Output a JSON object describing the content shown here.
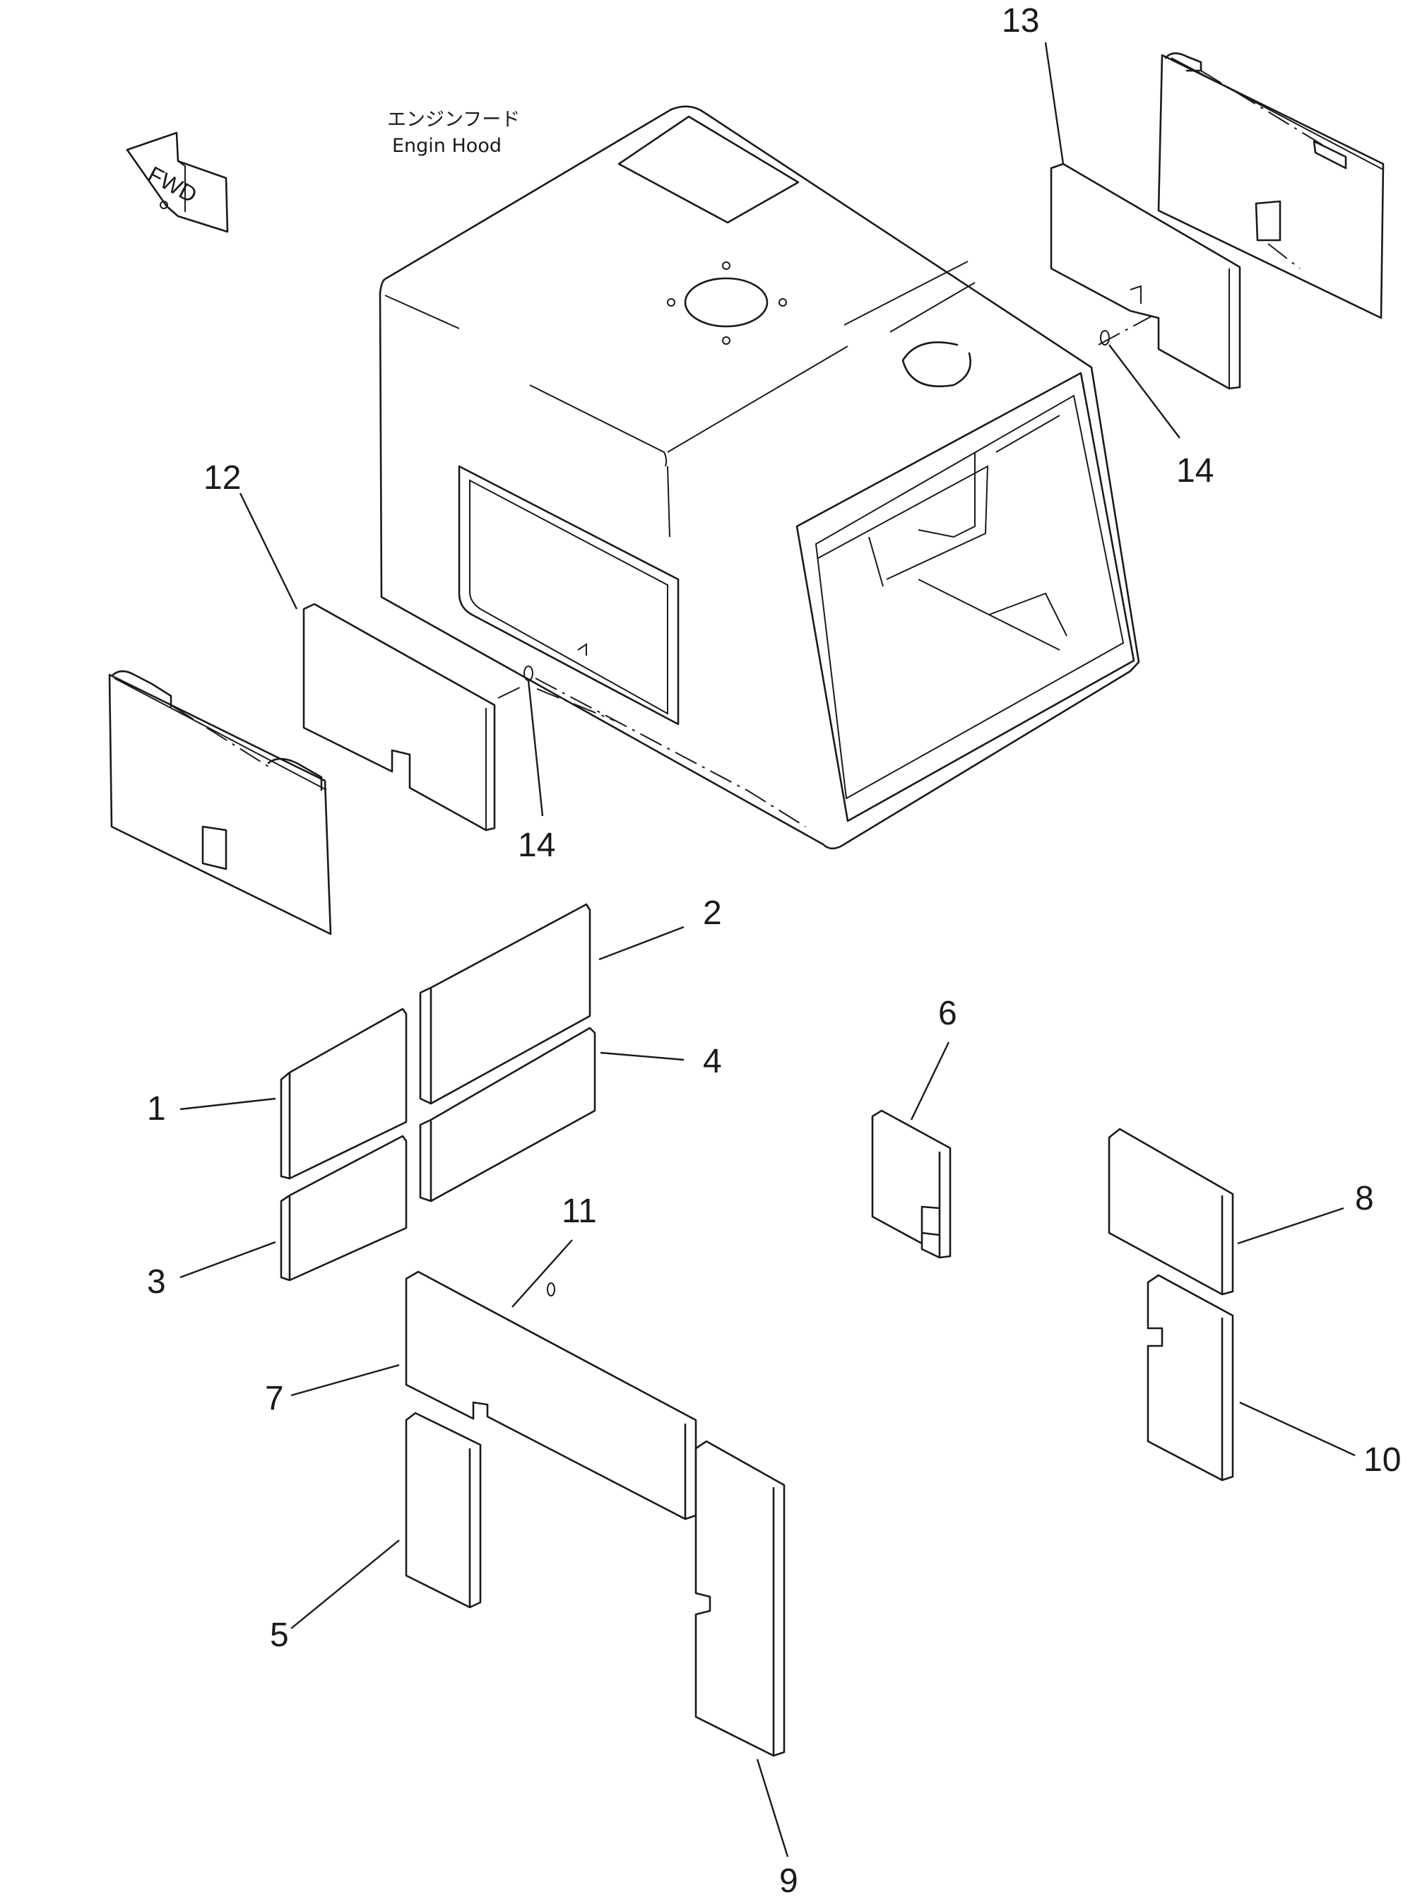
{
  "figure": {
    "hood_label_jp": "エンジンフード",
    "hood_label_en": "Engin Hood",
    "fwd_label": "FWD"
  },
  "callouts": [
    {
      "id": "c1",
      "text": "1"
    },
    {
      "id": "c2",
      "text": "2"
    },
    {
      "id": "c3",
      "text": "3"
    },
    {
      "id": "c4",
      "text": "4"
    },
    {
      "id": "c5",
      "text": "5"
    },
    {
      "id": "c6",
      "text": "6"
    },
    {
      "id": "c7",
      "text": "7"
    },
    {
      "id": "c8",
      "text": "8"
    },
    {
      "id": "c9",
      "text": "9"
    },
    {
      "id": "c10",
      "text": "10"
    },
    {
      "id": "c11",
      "text": "11"
    },
    {
      "id": "c12",
      "text": "12"
    },
    {
      "id": "c13",
      "text": "13"
    },
    {
      "id": "c14a",
      "text": "14"
    },
    {
      "id": "c14b",
      "text": "14"
    }
  ]
}
